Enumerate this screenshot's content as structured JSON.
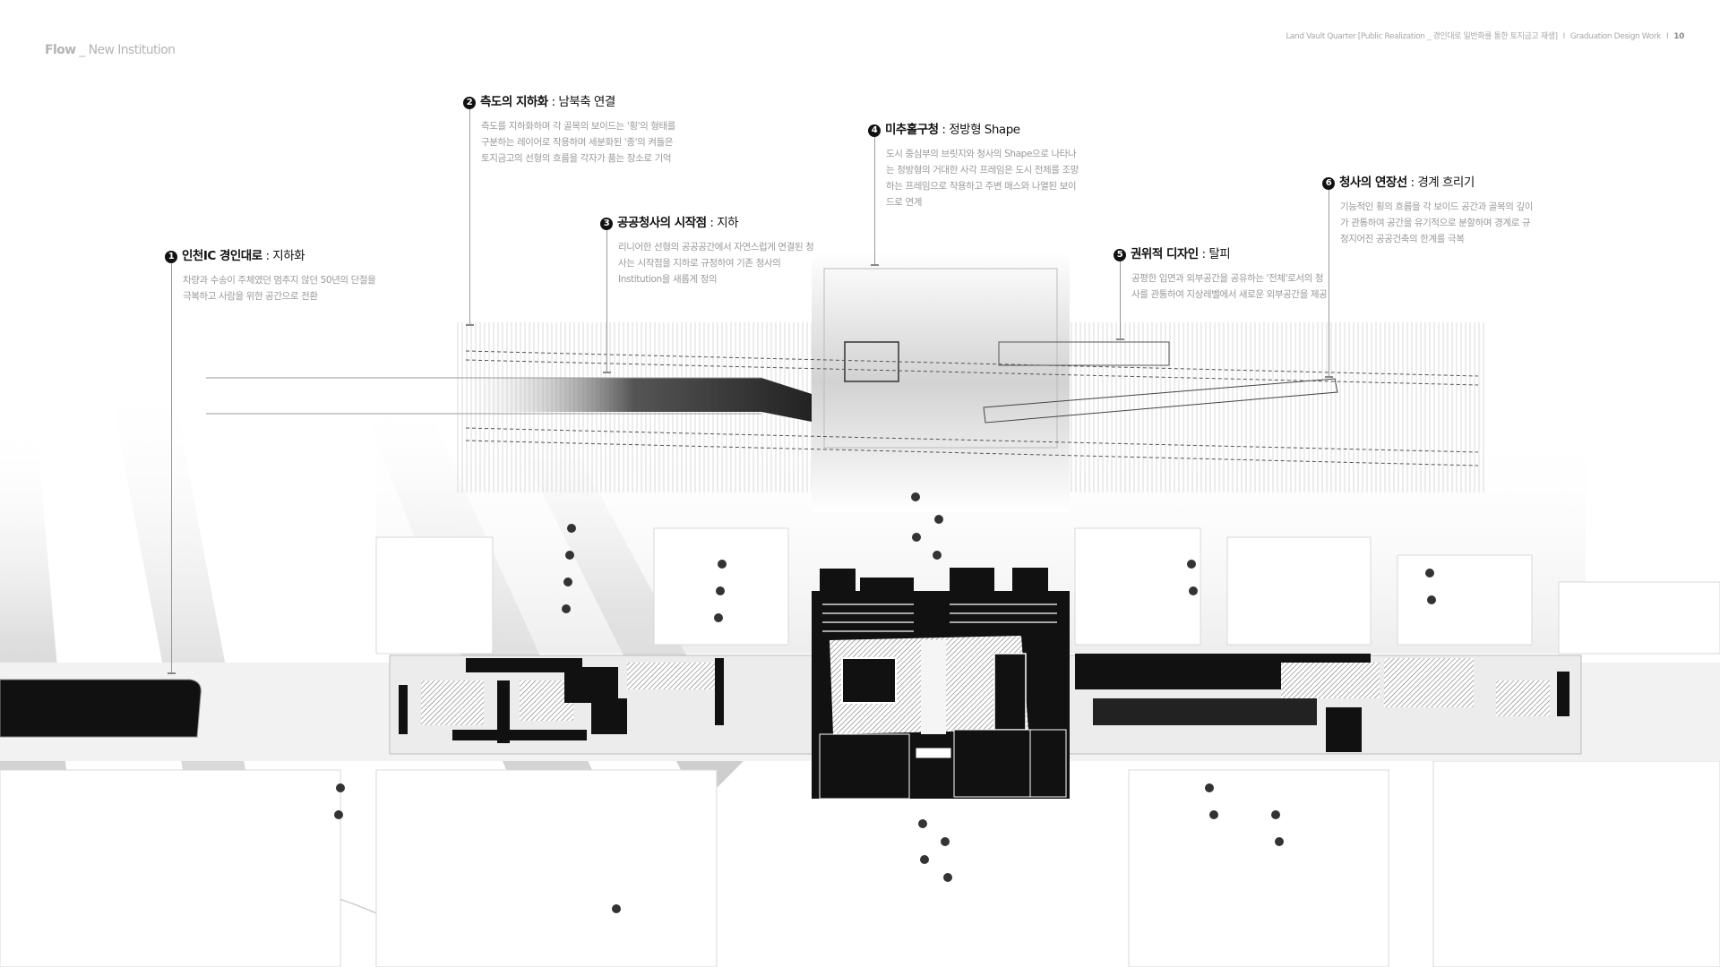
{
  "page": {
    "title_bold": "Flow",
    "title_rest": " _ New Institution",
    "header_project": "Land Vault Quarter [Public Realization _ 경인대로 일반화를 통한 토지금고 재생]",
    "header_sep": "I",
    "header_work": "Graduation Design Work",
    "page_number": "10"
  },
  "annotations": [
    {
      "num": "1",
      "title": "인천IC 경인대로",
      "subtitle": " : 지하화",
      "body": "차량과 수송이 주체였던 멈추지 않던 50년의 단절을 극복하고 사람을 위한 공간으로 전환"
    },
    {
      "num": "2",
      "title": "측도의 지하화",
      "subtitle": " : 남북축 연결",
      "body": "측도를 지하화하며 각 골목의 보이드는 '횡'의 형태를 구분하는 레이어로 작용하며 세분화된 '종'의 켜들은 토지금고의 선형의 흐름을 각자가 품는 장소로 기억"
    },
    {
      "num": "3",
      "title": "공공청사의 시작점",
      "subtitle": " : 지하",
      "body": "리니어한 선형의 공공공간에서 자연스럽게 연결된 청사는 시작점을 지하로 규정하여 기존 청사의 Institution을 새롭게 정의"
    },
    {
      "num": "4",
      "title": "미추홀구청",
      "subtitle": " : 정방형 Shape",
      "body": "도시 중심부의 브릿지와 청사의 Shape으로 나타나는 정방형의 거대한 사각 프레임은 도시 전체를 조망하는 프레임으로 작용하고 주변 매스와 나열된 보이드로 연계"
    },
    {
      "num": "5",
      "title": "권위적 디자인",
      "subtitle": " : 탈피",
      "body": "공평한 입면과 외부공간을 공유하는 '전체'로서의 청사를 관통하여 지상레벨에서 새로운 외부공간을 제공"
    },
    {
      "num": "6",
      "title": "청사의 연장선",
      "subtitle": " : 경계 흐리기",
      "body": "기능적인 횡의 흐름을 각 보이드 공간과 골목의 깊이가 관통하여 공간을 유기적으로 분할하며 경계로 규정지어진 공공건축의 한계를 극복"
    }
  ],
  "colors": {
    "ink": "#111111",
    "muted": "#9a9a9a",
    "title": "#b4b4b4"
  }
}
